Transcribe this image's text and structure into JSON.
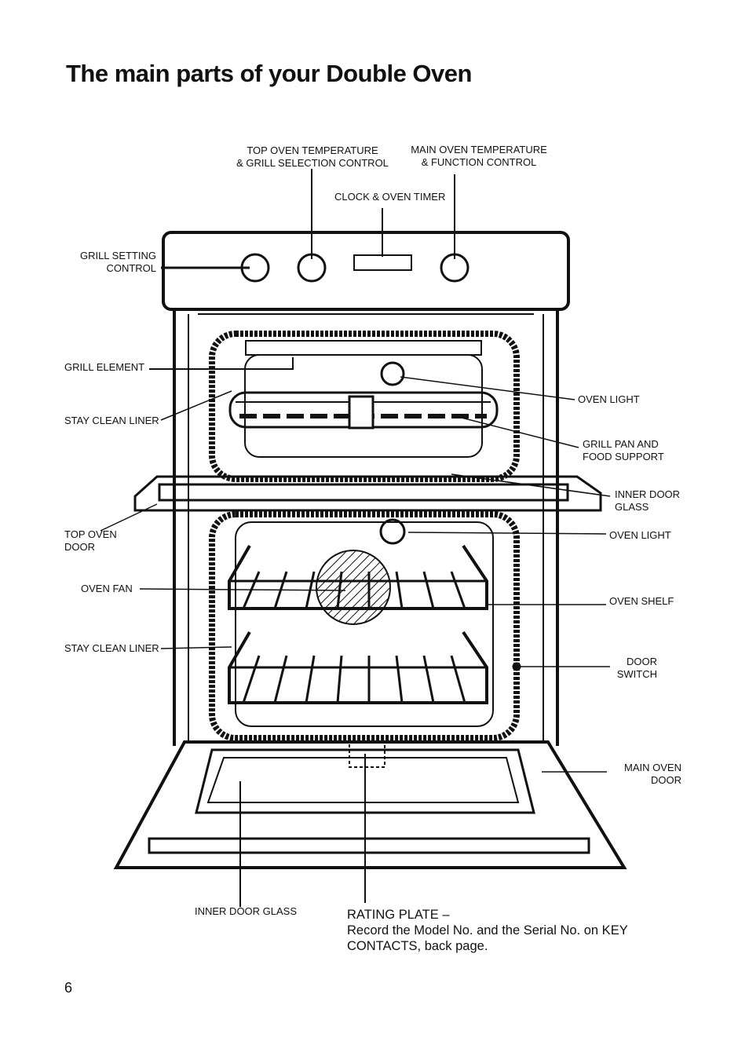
{
  "title": "The main parts of your Double Oven",
  "labels": {
    "top_oven_temp": [
      "TOP OVEN TEMPERATURE",
      "& GRILL SELECTION CONTROL"
    ],
    "main_oven_temp": [
      "MAIN OVEN TEMPERATURE",
      "& FUNCTION CONTROL"
    ],
    "clock": "CLOCK & OVEN TIMER",
    "grill_setting": [
      "GRILL SETTING",
      "CONTROL"
    ],
    "grill_element": "GRILL ELEMENT",
    "stay_clean_top": "STAY CLEAN  LINER",
    "oven_light_top": "OVEN LIGHT",
    "grill_pan": [
      "GRILL PAN AND",
      "FOOD SUPPORT"
    ],
    "inner_door_glass_top": [
      "INNER DOOR",
      "GLASS"
    ],
    "top_oven_door": [
      "TOP OVEN",
      "DOOR"
    ],
    "oven_light_main": "OVEN LIGHT",
    "oven_fan": "OVEN FAN",
    "oven_shelf": "OVEN SHELF",
    "stay_clean_main": "STAY CLEAN  LINER",
    "door_switch": [
      "DOOR",
      "SWITCH"
    ],
    "main_oven_door": [
      "MAIN OVEN",
      "DOOR"
    ],
    "inner_door_glass_bottom": "INNER DOOR GLASS"
  },
  "rating_plate": {
    "heading": "RATING PLATE –",
    "text": "Record the Model No. and the Serial No. on KEY CONTACTS, back page."
  },
  "page_number": "6"
}
